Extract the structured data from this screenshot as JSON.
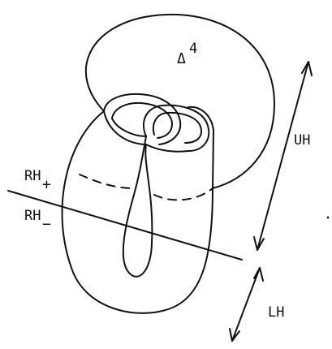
{
  "labels": {
    "delta_symbol": "Δ",
    "delta_superscript": "4",
    "upper_half": "UH",
    "lower_half": "LH",
    "rh_plus_base": "RH",
    "rh_plus_sign": "+",
    "rh_minus_base": "RH",
    "rh_minus_sign": "−"
  },
  "colors": {
    "ink": "#111111",
    "background": "#ffffff"
  }
}
